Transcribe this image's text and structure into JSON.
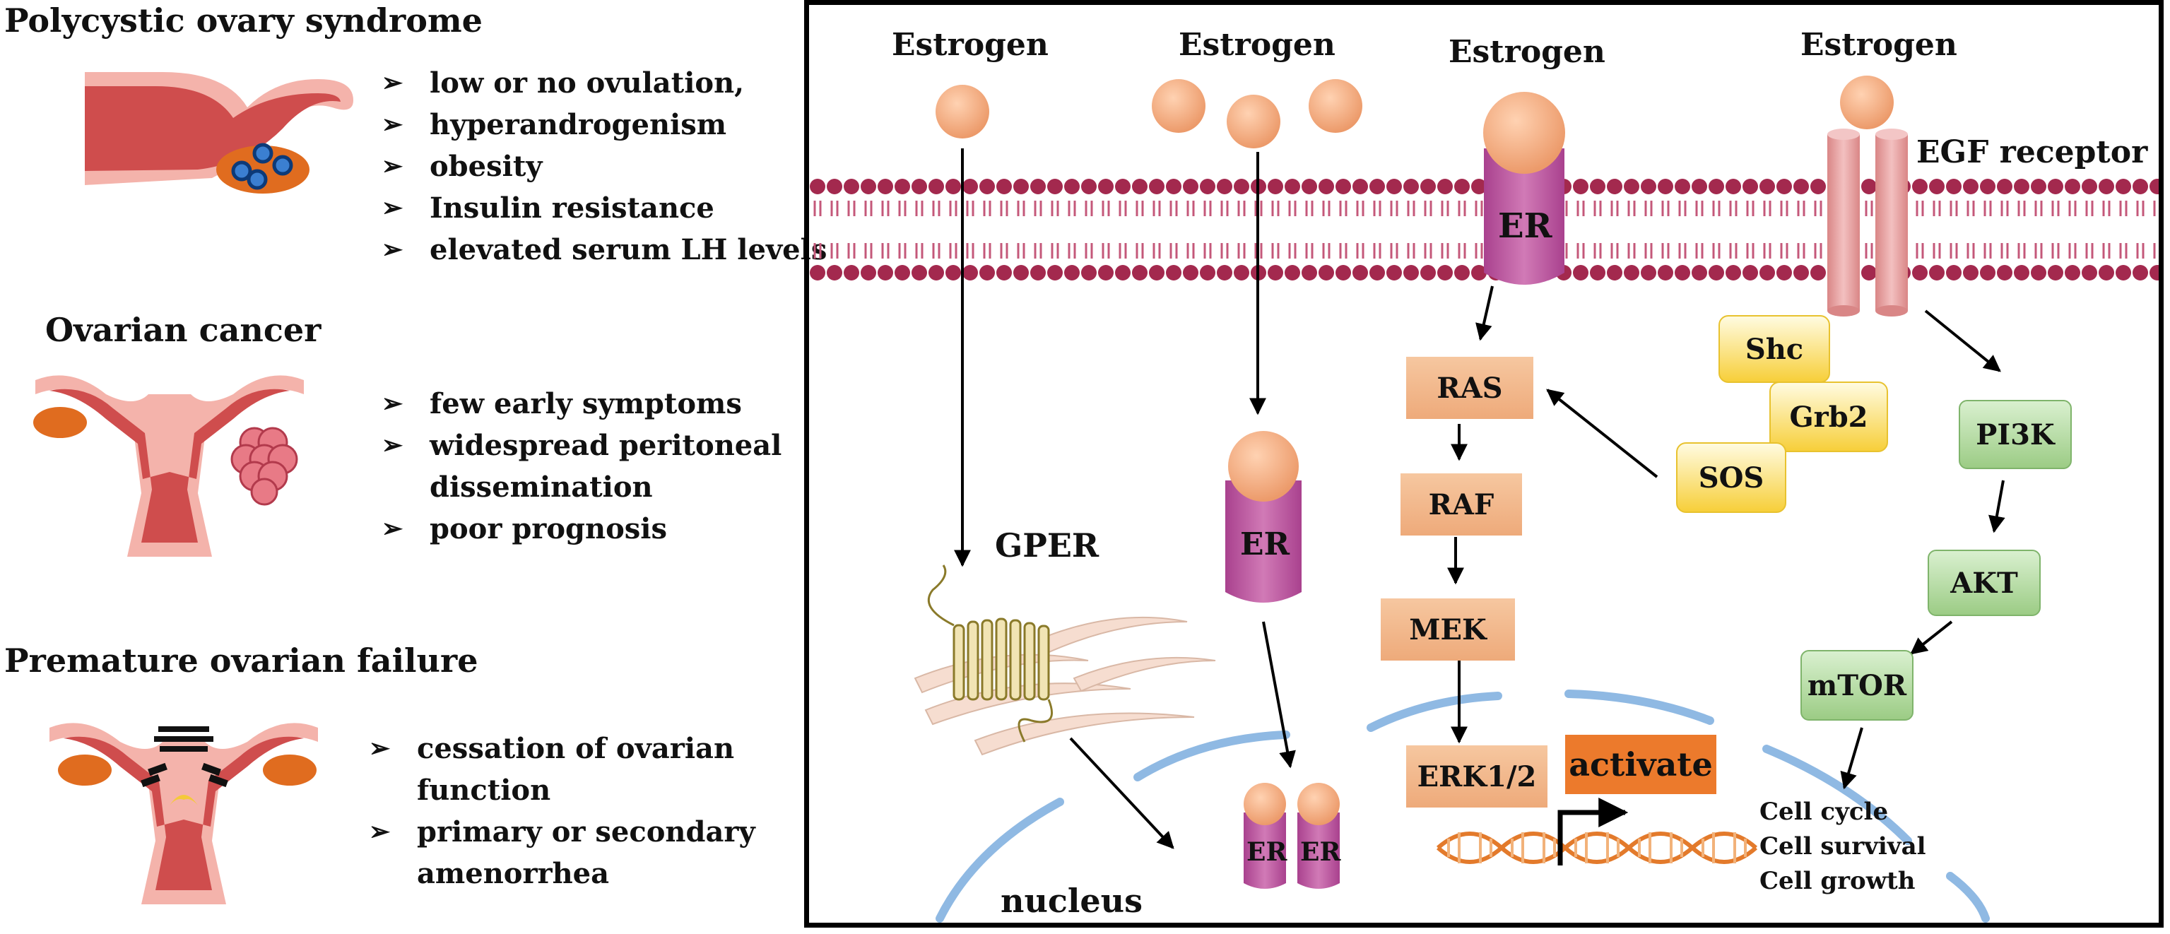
{
  "left": {
    "sections": [
      {
        "title": "Polycystic ovary syndrome",
        "bullets": [
          "low or no ovulation,",
          "hyperandrogenism",
          "obesity",
          "Insulin resistance",
          "elevated serum LH levels"
        ]
      },
      {
        "title": "Ovarian cancer",
        "bullets": [
          "few early symptoms",
          "widespread peritoneal",
          "dissemination",
          "poor prognosis"
        ]
      },
      {
        "title": "Premature ovarian failure",
        "bullets": [
          "cessation of ovarian",
          "function",
          "primary or secondary",
          "amenorrhea"
        ]
      }
    ]
  },
  "pathway": {
    "estrogen_label": "Estrogen",
    "er_label": "ER",
    "egf_receptor": "EGF receptor",
    "gper": "GPER",
    "nucleus": "nucleus",
    "ras": "RAS",
    "raf": "RAF",
    "mek": "MEK",
    "erk": "ERK1/2",
    "activate": "activate",
    "shc": "Shc",
    "grb2": "Grb2",
    "sos": "SOS",
    "pi3k": "PI3K",
    "akt": "AKT",
    "mtor": "mTOR",
    "outcomes": [
      "Cell cycle",
      "Cell survival",
      "Cell growth"
    ]
  },
  "colors": {
    "membrane_head": "#a3294e",
    "membrane_tail": "#c4587a",
    "estrogen": "#efa47b",
    "er_receptor": "#c46aa8",
    "egf_receptor": "#e9a8a8",
    "nucleus_membrane": "#8fb9e3",
    "ovary": "#e06c1f",
    "uterus": "#cf4d4d",
    "uterus_outer": "#f4b3ab"
  }
}
